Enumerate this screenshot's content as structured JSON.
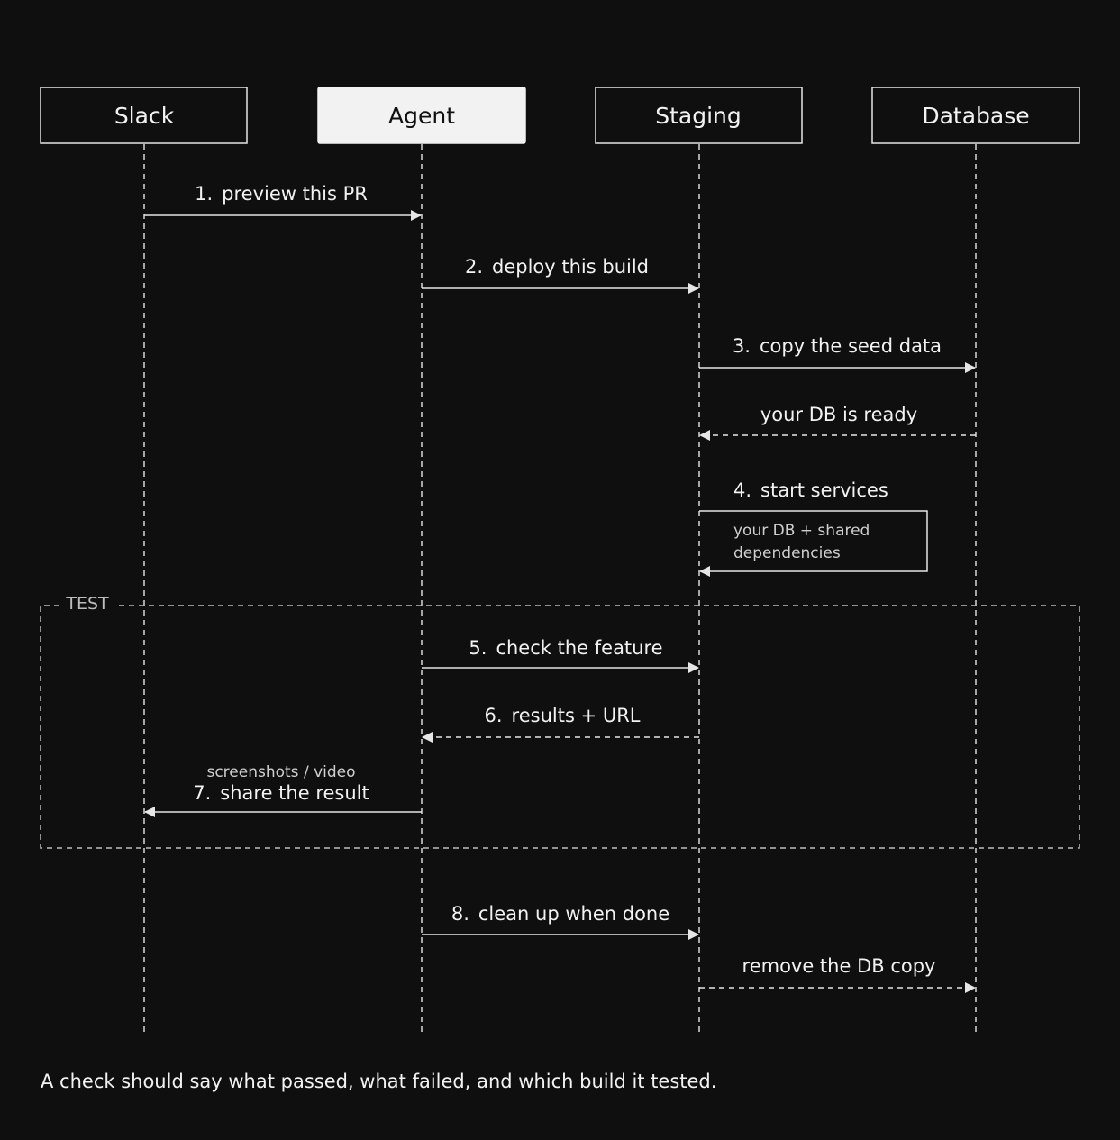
{
  "actors": [
    {
      "id": "slack",
      "label": "Slack",
      "highlight": false
    },
    {
      "id": "agent",
      "label": "Agent",
      "highlight": true
    },
    {
      "id": "staging",
      "label": "Staging",
      "highlight": false
    },
    {
      "id": "database",
      "label": "Database",
      "highlight": false
    }
  ],
  "group": {
    "label": "TEST"
  },
  "messages": [
    {
      "id": "m1",
      "num": "1.",
      "text": "preview this PR",
      "from": "slack",
      "to": "agent",
      "dashed": false
    },
    {
      "id": "m2",
      "num": "2.",
      "text": "deploy this build",
      "from": "agent",
      "to": "staging",
      "dashed": false
    },
    {
      "id": "m3",
      "num": "3.",
      "text": "copy the seed data",
      "from": "staging",
      "to": "database",
      "dashed": false
    },
    {
      "id": "m3r",
      "num": "",
      "text": "your DB is ready",
      "from": "database",
      "to": "staging",
      "dashed": true
    },
    {
      "id": "m5",
      "num": "5.",
      "text": "check the feature",
      "from": "agent",
      "to": "staging",
      "dashed": false
    },
    {
      "id": "m6",
      "num": "6.",
      "text": "results + URL",
      "from": "staging",
      "to": "agent",
      "dashed": true
    },
    {
      "id": "m7",
      "num": "7.",
      "text": "share the result",
      "note": "screenshots / video",
      "from": "agent",
      "to": "slack",
      "dashed": false
    },
    {
      "id": "m8",
      "num": "8.",
      "text": "clean up when done",
      "from": "agent",
      "to": "staging",
      "dashed": false
    },
    {
      "id": "m8r",
      "num": "",
      "text": "remove the DB copy",
      "from": "staging",
      "to": "database",
      "dashed": true
    }
  ],
  "self_message": {
    "num": "4.",
    "text": "start services",
    "note_line1": "your DB + shared",
    "note_line2": "dependencies"
  },
  "caption": "A check should say what passed, what failed, and which build it tested.",
  "colors": {
    "background": "#0f0f0f",
    "line": "#e6e6e6",
    "highlight": "#f2f2f2",
    "highlight_text": "#111111"
  }
}
